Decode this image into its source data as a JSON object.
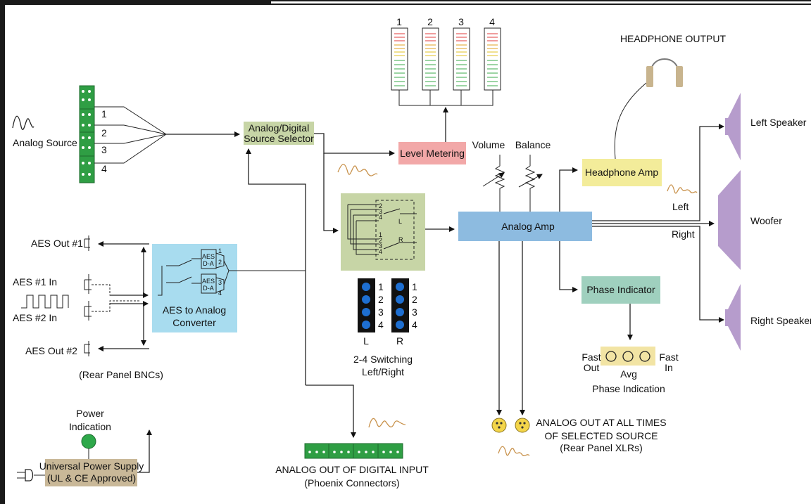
{
  "labels": {
    "analog_source": "Analog Source",
    "source_inputs": [
      "1",
      "2",
      "3",
      "4"
    ],
    "selector_line1": "Analog/Digital",
    "selector_line2": "Source Selector",
    "level_metering": "Level Metering",
    "meter_numbers": [
      "1",
      "2",
      "3",
      "4"
    ],
    "headphone_output": "HEADPHONE OUTPUT",
    "headphone_amp": "Headphone Amp",
    "volume": "Volume",
    "balance": "Balance",
    "analog_amp": "Analog Amp",
    "left": "Left",
    "right": "Right",
    "left_speaker": "Left Speaker",
    "woofer": "Woofer",
    "right_speaker": "Right Speaker",
    "phase_indicator": "Phase Indicator",
    "fast_out_1": "Fast",
    "fast_out_2": "Out",
    "fast_in_1": "Fast",
    "fast_in_2": "In",
    "avg": "Avg",
    "phase_indication": "Phase Indication",
    "aes_out_1": "AES Out #1",
    "aes_in_1": "AES #1 In",
    "aes_in_2": "AES #2 In",
    "aes_out_2": "AES Out #2",
    "rear_panel_bncs": "(Rear Panel BNCs)",
    "aes_conv_line1": "AES to Analog",
    "aes_conv_line2": "Converter",
    "aes_block": "AES",
    "da_block": "D-A",
    "conv_ch": [
      "1",
      "2",
      "3",
      "4"
    ],
    "switch_cols": [
      "L",
      "R"
    ],
    "switch_numbers": [
      "1",
      "2",
      "3",
      "4"
    ],
    "switching_line1": "2-4 Switching",
    "switching_line2": "Left/Right",
    "matrix_l": "L",
    "matrix_r": "R",
    "analog_out_xlr_1": "ANALOG OUT AT ALL TIMES",
    "analog_out_xlr_2": "OF SELECTED SOURCE",
    "analog_out_xlr_3": "(Rear Panel XLRs)",
    "analog_out_digital_1": "ANALOG OUT OF DIGITAL INPUT",
    "analog_out_digital_2": "(Phoenix Connectors)",
    "power_indication_1": "Power",
    "power_indication_2": "Indication",
    "psu_line1": "Universal Power Supply",
    "psu_line2": "(UL & CE Approved)"
  },
  "colors": {
    "green_connector": "#2f9e44",
    "selector_fill": "#c7d5a6",
    "level_fill": "#f2a8a8",
    "headphone_amp_fill": "#f3ec9a",
    "amp_fill": "#8dbbe0",
    "phase_fill": "#9fd0be",
    "phase_led_fill": "#f2e4a4",
    "aes_conv_fill": "#a8dcef",
    "switch_fill": "#c7d5a6",
    "psu_fill": "#c9b898",
    "speaker_fill": "#b69ccc",
    "led_blue": "#1e6fd1",
    "power_led": "#2ea84a",
    "wave": "#c8914a"
  },
  "icons": [
    "headphones-icon",
    "speaker-icon",
    "woofer-icon",
    "xlr-connector-icon",
    "bnc-connector-icon",
    "power-plug-icon",
    "potentiometer-icon",
    "square-wave-icon",
    "sine-wave-icon"
  ]
}
